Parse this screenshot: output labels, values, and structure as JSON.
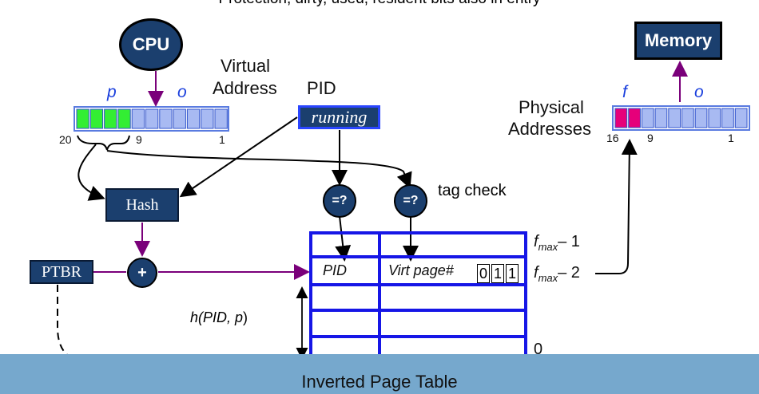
{
  "caption": "Protection, dirty, used, resident bits also in entry",
  "cpu": {
    "label": "CPU"
  },
  "memory": {
    "label": "Memory"
  },
  "virtual_address": {
    "label_line1": "Virtual",
    "label_line2": "Address",
    "field_p": "p",
    "field_o": "o",
    "bit_high": "20",
    "bit_mid": "9",
    "bit_low": "1"
  },
  "pid": {
    "label": "PID",
    "value": "running"
  },
  "hash": {
    "label": "Hash"
  },
  "ptbr": {
    "label": "PTBR"
  },
  "adder": {
    "label": "+"
  },
  "compare": {
    "left": "=?",
    "right": "=?"
  },
  "tag_check": "tag check",
  "hash_formula": {
    "h": "h(",
    "args": "PID, p",
    "close": ")"
  },
  "physical_address": {
    "label_line1": "Physical",
    "label_line2": "Addresses",
    "field_f": "f",
    "field_o": "o",
    "bit_high": "16",
    "bit_mid": "9",
    "bit_low": "1"
  },
  "table": {
    "entry_pid": "PID",
    "entry_virt": "Virt page#",
    "bits": [
      "0",
      "1",
      "1"
    ],
    "row_top": {
      "f": "f",
      "sub": "max",
      "rest": "– 1"
    },
    "row_entry": {
      "f": "f",
      "sub": "max",
      "rest": "– 2"
    },
    "row_bottom": "0"
  },
  "footer": {
    "label": "Inverted Page Table"
  },
  "colors": {
    "navy": "#1b3f6e",
    "table_blue": "#1616e6",
    "green_bit": "#33ee33",
    "magenta_bit": "#e6007a",
    "light_bit": "#a8baf2",
    "arrow_purple": "#7a007a",
    "footer": "#76a8cd"
  }
}
